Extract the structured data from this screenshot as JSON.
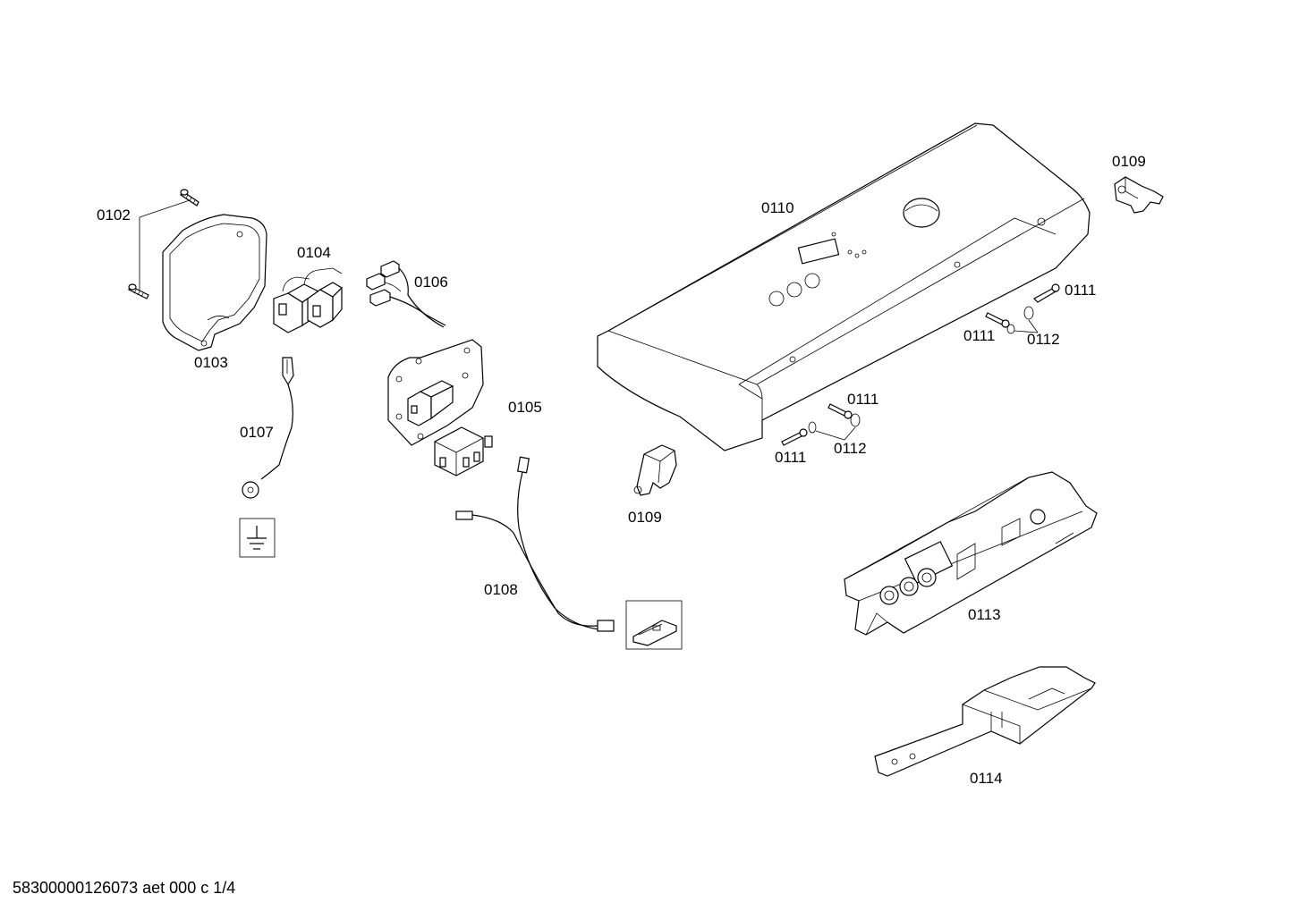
{
  "labels": {
    "p0102": "0102",
    "p0103": "0103",
    "p0104": "0104",
    "p0105": "0105",
    "p0106": "0106",
    "p0107": "0107",
    "p0108": "0108",
    "p0109a": "0109",
    "p0109b": "0109",
    "p0110": "0110",
    "p0111a": "0111",
    "p0111b": "0111",
    "p0111c": "0111",
    "p0111d": "0111",
    "p0112a": "0112",
    "p0112b": "0112",
    "p0113": "0113",
    "p0114": "0114"
  },
  "footer": {
    "document_id": "58300000126073 aet 000 c 1/4"
  }
}
